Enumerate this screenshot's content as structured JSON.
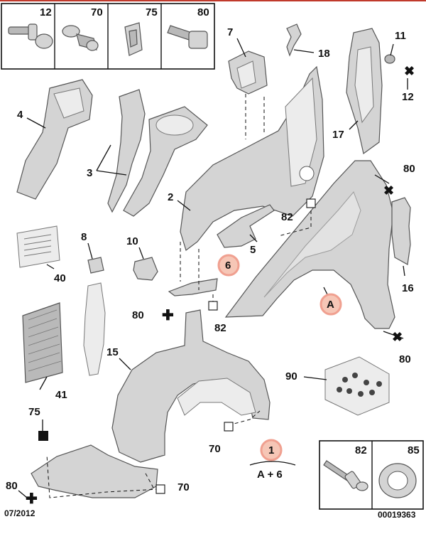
{
  "top_callouts": [
    "12",
    "70",
    "75",
    "80"
  ],
  "labels": {
    "l7": "7",
    "l18": "18",
    "l11": "11",
    "l12": "12",
    "l17": "17",
    "l4": "4",
    "l3": "3",
    "l2": "2",
    "l82a": "82",
    "l80a": "80",
    "l5": "5",
    "l8": "8",
    "l10": "10",
    "l6": "6",
    "lA": "A",
    "l16": "16",
    "l40": "40",
    "l80b": "80",
    "l82b": "82",
    "l15": "15",
    "l80c": "80",
    "l90": "90",
    "l41": "41",
    "l75": "75",
    "l70a": "70",
    "l1": "1",
    "lA6": "A + 6",
    "l80d": "80",
    "l70b": "70"
  },
  "bottom_callouts": [
    "82",
    "85"
  ],
  "footer": {
    "date": "07/2012",
    "ref": "00019363"
  },
  "colors": {
    "highlight": "#f6c6b6",
    "top_rule": "#c0392b"
  }
}
